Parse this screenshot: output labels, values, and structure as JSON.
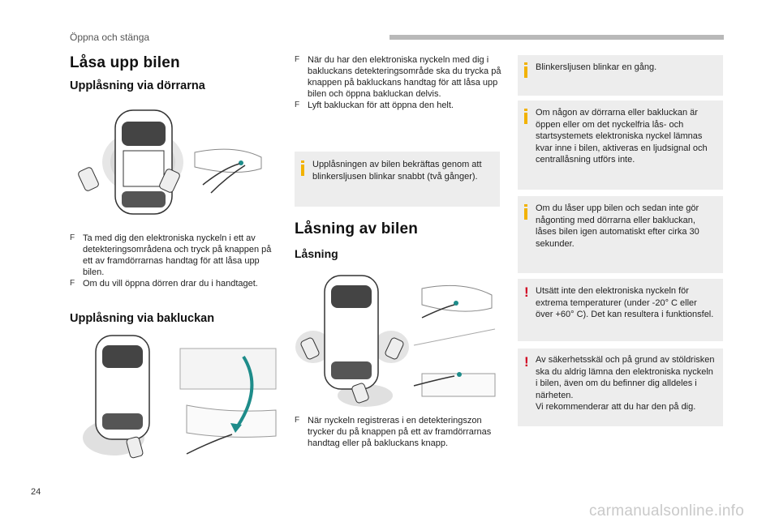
{
  "header": {
    "section": "Öppna och stänga"
  },
  "col1": {
    "title": "Låsa upp bilen",
    "doors_heading": "Upplåsning via dörrarna",
    "doors_bullets": [
      "Ta med dig den elektroniska nyckeln i ett av detekteringsområdena och tryck på knappen på ett av framdörrarnas handtag för att låsa upp bilen.",
      "Om du vill öppna dörren drar du i handtaget."
    ],
    "tailgate_heading": "Upplåsning via bakluckan"
  },
  "col2": {
    "tailgate_bullets": [
      "När du har den elektroniska nyckeln med dig i bakluckans detekteringsområde ska du trycka på knappen på bakluckans handtag för att låsa upp bilen och öppna bakluckan delvis.",
      "Lyft bakluckan för att öppna den helt."
    ],
    "info_box": "Upplåsningen av bilen bekräftas genom att blinkersljusen blinkar snabbt (två gånger).",
    "lock_title": "Låsning av bilen",
    "lock_heading": "Låsning",
    "lock_bullets": [
      "När nyckeln registreras i en detekteringszon trycker du på knappen på ett av framdörrarnas handtag eller på bakluckans knapp."
    ]
  },
  "col3": {
    "box1": "Blinkersljusen blinkar en gång.",
    "box2": "Om någon av dörrarna eller bakluckan är öppen eller om det nyckelfria lås- och startsystemets elektroniska nyckel lämnas kvar inne i bilen, aktiveras en ljudsignal och centrallåsning utförs inte.",
    "box3": "Om du låser upp bilen och sedan inte gör någonting med dörrarna eller bakluckan, låses bilen igen automatiskt efter cirka 30 sekunder.",
    "warn1": "Utsätt inte den elektroniska nyckeln för extrema temperaturer (under -20° C eller över +60° C). Det kan resultera i funktionsfel.",
    "warn2": "Av säkerhetsskäl och på grund av stöldrisken ska du aldrig lämna den elektroniska nyckeln i bilen, även om du befinner dig alldeles i närheten.\nVi rekommenderar att du har den på dig."
  },
  "icons": {
    "bullet": "F",
    "info": "info-icon",
    "warning": "warning-icon"
  },
  "colors": {
    "accent": "#f2b200",
    "warning": "#d0001f",
    "teal": "#1e8c8a",
    "box_bg": "#ededed"
  },
  "footer": {
    "page": "24",
    "watermark": "carmanualsonline.info"
  }
}
